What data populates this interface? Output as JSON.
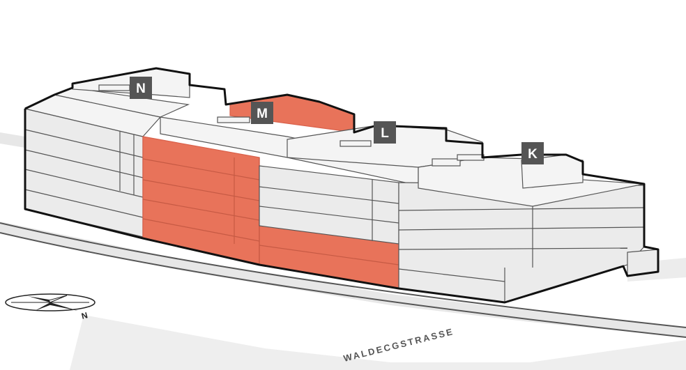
{
  "colors": {
    "background": "#ffffff",
    "road": "#e7e7e7",
    "building_face": "#ebebeb",
    "building_top": "#f4f4f4",
    "highlight": "#e8735a",
    "highlight_dark": "#d9604a",
    "outline": "#111111",
    "line": "#555555",
    "badge_bg": "#555555",
    "badge_text": "#ffffff",
    "street_text": "#555555"
  },
  "building_labels": [
    {
      "id": "N",
      "text": "N"
    },
    {
      "id": "M",
      "text": "M"
    },
    {
      "id": "L",
      "text": "L"
    },
    {
      "id": "K",
      "text": "K"
    }
  ],
  "street_label": "WALDECGSTRASSE",
  "compass": {
    "label": "N",
    "icon": "north-arrow-icon"
  }
}
